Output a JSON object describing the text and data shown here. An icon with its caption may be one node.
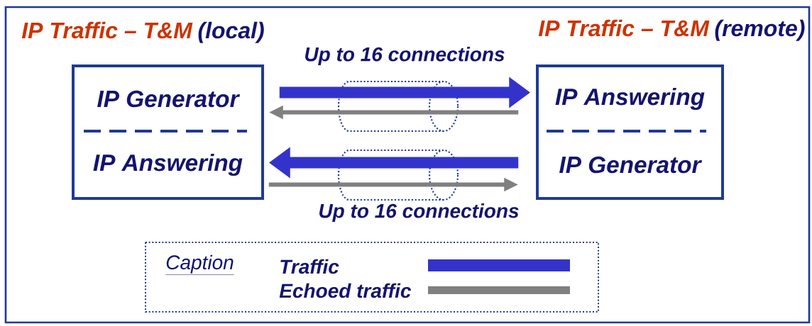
{
  "diagram": {
    "nodes": [
      {
        "text": [
          "IP Traffic – T&M",
          "(local)"
        ]
      },
      {
        "text": [
          "IP Generator"
        ],
        "in": 0
      },
      {
        "text": [
          "IP Answering"
        ],
        "in": 0
      },
      {
        "text": [
          "IP Traffic – T&M",
          "(remote)"
        ]
      },
      {
        "text": [
          "IP Answering"
        ],
        "in": 3
      },
      {
        "text": [
          "IP Generator"
        ],
        "in": 3
      }
    ],
    "edges": [
      {
        "from": 1,
        "to": 4,
        "arrow": "to",
        "style": "thick",
        "color": "#3333cc"
      },
      {
        "from": 4,
        "to": 1,
        "arrow": "to",
        "color": "#808080"
      },
      {
        "from": 5,
        "to": 2,
        "arrow": "to",
        "style": "thick",
        "color": "#3333cc"
      },
      {
        "from": 2,
        "to": 5,
        "arrow": "to",
        "color": "#808080"
      }
    ],
    "labels": [
      "Up to 16 connections",
      "Up to 16 connections",
      "Caption"
    ],
    "legend": [
      {
        "text": "Traffic",
        "color": "#3333cc"
      },
      {
        "text": "Echoed traffic",
        "color": "#808080"
      }
    ]
  }
}
